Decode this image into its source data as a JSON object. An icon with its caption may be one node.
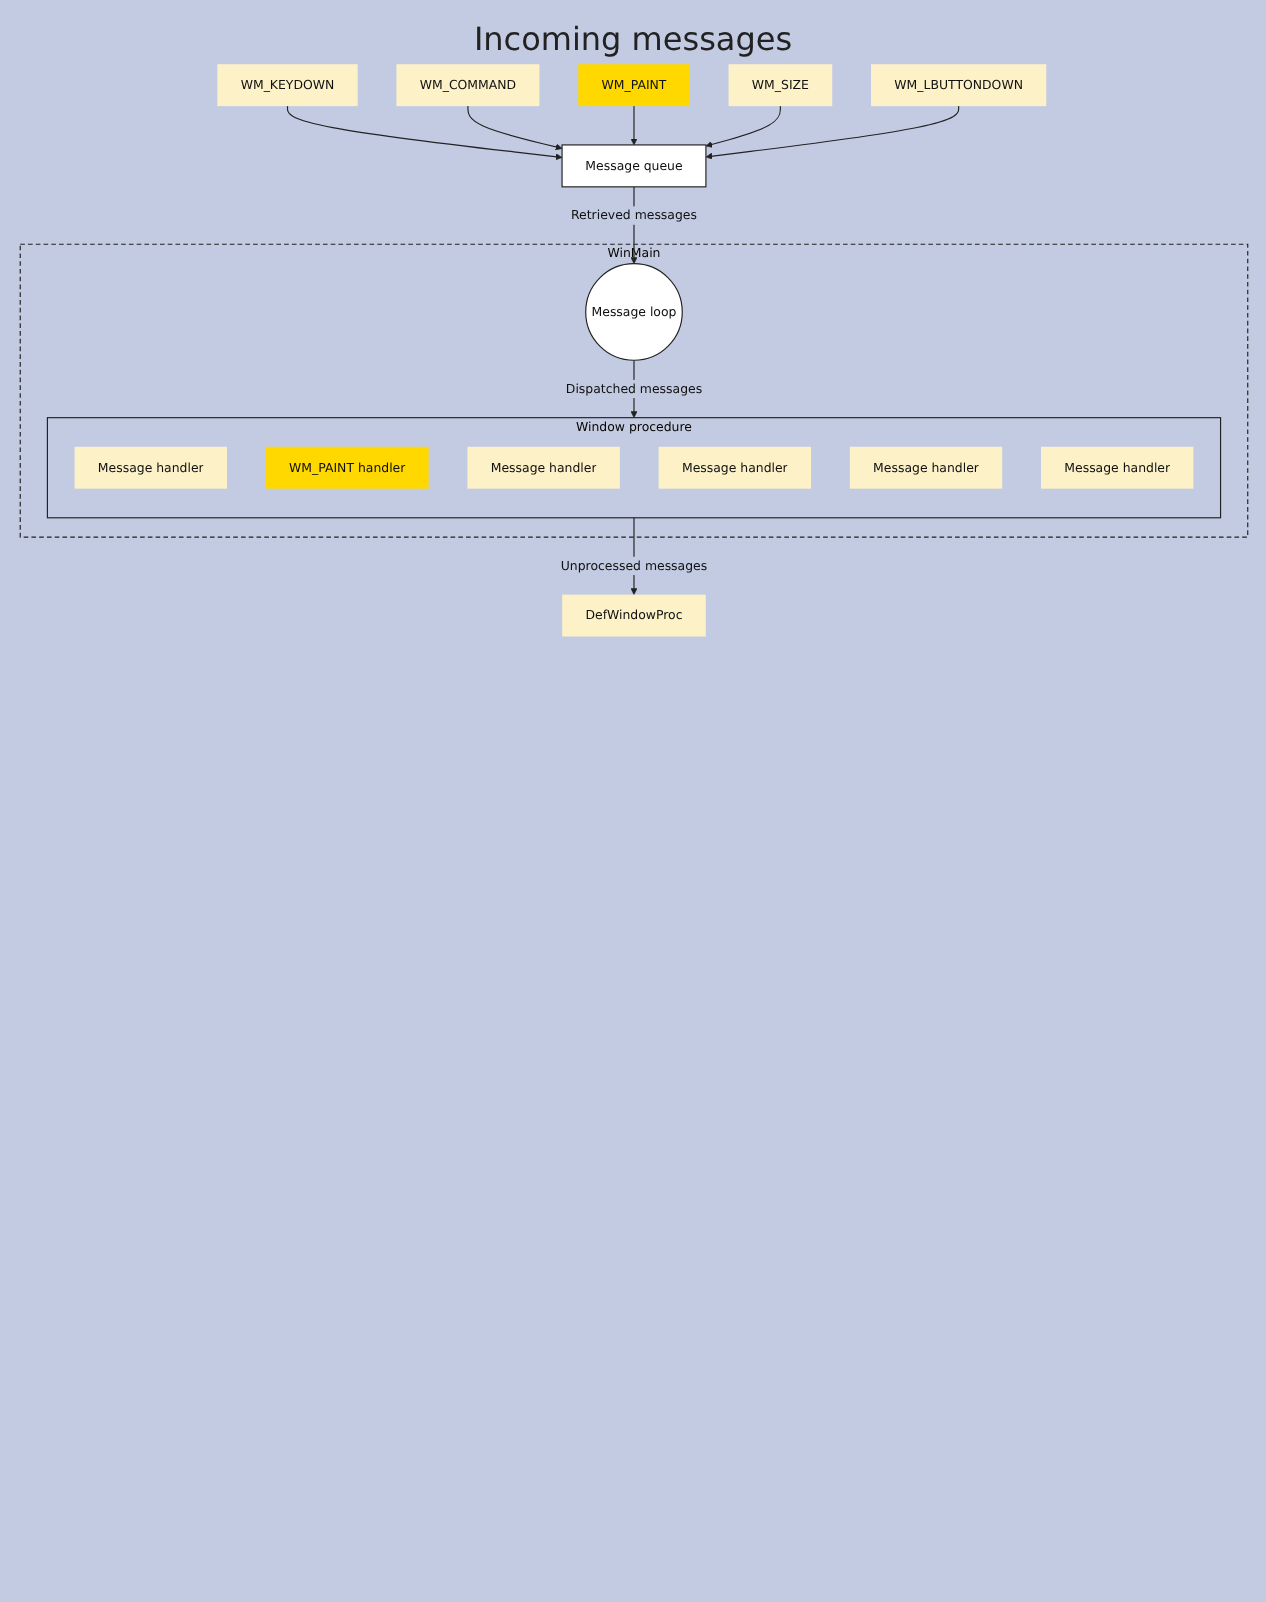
{
  "diagram": {
    "nodes": [
      {
        "text": [
          "WM_PAINT"
        ]
      },
      {
        "text": [
          "WM_KEYDOWN"
        ]
      },
      {
        "text": [
          "WM_SIZE"
        ]
      },
      {
        "text": [
          "WM_COMMAND"
        ]
      },
      {
        "text": [
          "WM_LBUTTONDOWN"
        ]
      },
      {
        "text": [
          "Message queue"
        ]
      },
      {
        "text": [
          "WinMain"
        ]
      },
      {
        "text": [
          "Message loop"
        ],
        "in": 6
      },
      {
        "text": [
          "Window procedure"
        ],
        "in": 6
      },
      {
        "text": [
          "Message handler"
        ],
        "in": 8
      },
      {
        "text": [
          "WM_PAINT handler"
        ],
        "in": 8
      },
      {
        "text": [
          "Message handler"
        ],
        "in": 8
      },
      {
        "text": [
          "Message handler"
        ],
        "in": 8
      },
      {
        "text": [
          "Message handler"
        ],
        "in": 8
      },
      {
        "text": [
          "Message handler"
        ],
        "in": 8
      },
      {
        "text": [
          "DefWindowProc"
        ]
      }
    ],
    "edges": [
      {
        "from": 1,
        "to": 5,
        "arrow": "to"
      },
      {
        "from": 3,
        "to": 5,
        "arrow": "to"
      },
      {
        "from": 0,
        "to": 5,
        "arrow": "to"
      },
      {
        "from": 2,
        "to": 5,
        "arrow": "to"
      },
      {
        "from": 4,
        "to": 5,
        "arrow": "to"
      },
      {
        "from": 5,
        "to": 7,
        "arrow": "to",
        "label": "Retrieved messages"
      },
      {
        "from": 7,
        "to": 8,
        "arrow": "to",
        "label": "Dispatched messages"
      },
      {
        "from": 8,
        "to": 15,
        "arrow": "to",
        "label": "Unprocessed messages"
      }
    ],
    "labels": [
      "Incoming messages"
    ]
  }
}
